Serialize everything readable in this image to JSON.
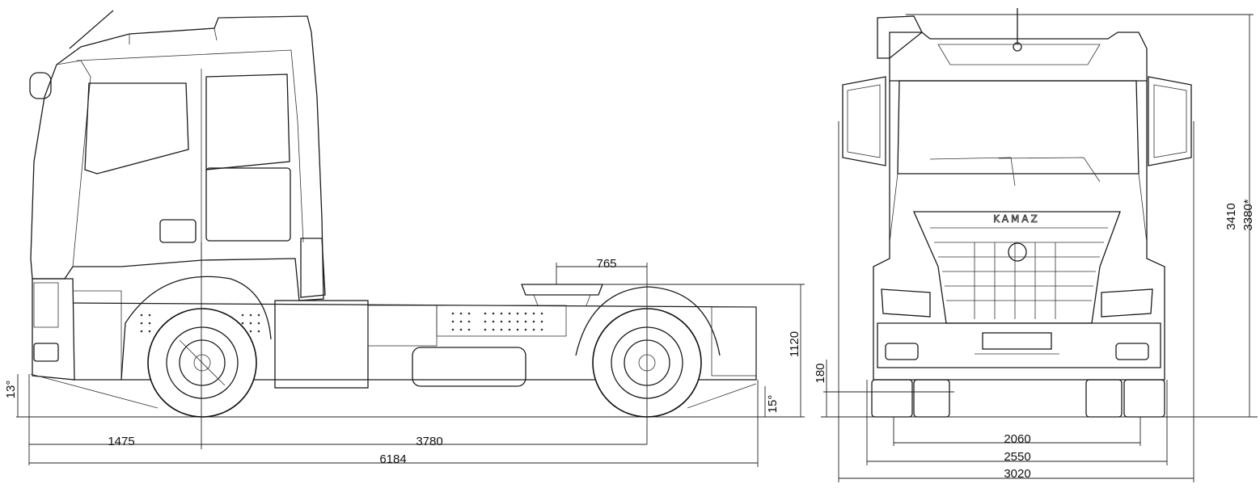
{
  "side_view": {
    "dim_front_overhang": "1475",
    "dim_wheelbase": "3780",
    "dim_overall_length": "6184",
    "dim_fifth_wheel_offset": "765",
    "dim_fifth_wheel_height": "1120",
    "angle_approach": "13°",
    "angle_departure": "15°"
  },
  "front_view": {
    "brand": "KAMAZ",
    "dim_height": "3410",
    "dim_height_alt": "3380*",
    "dim_ground_clearance": "180",
    "dim_track": "2060",
    "dim_body_width": "2550",
    "dim_mirror_width": "3020"
  }
}
